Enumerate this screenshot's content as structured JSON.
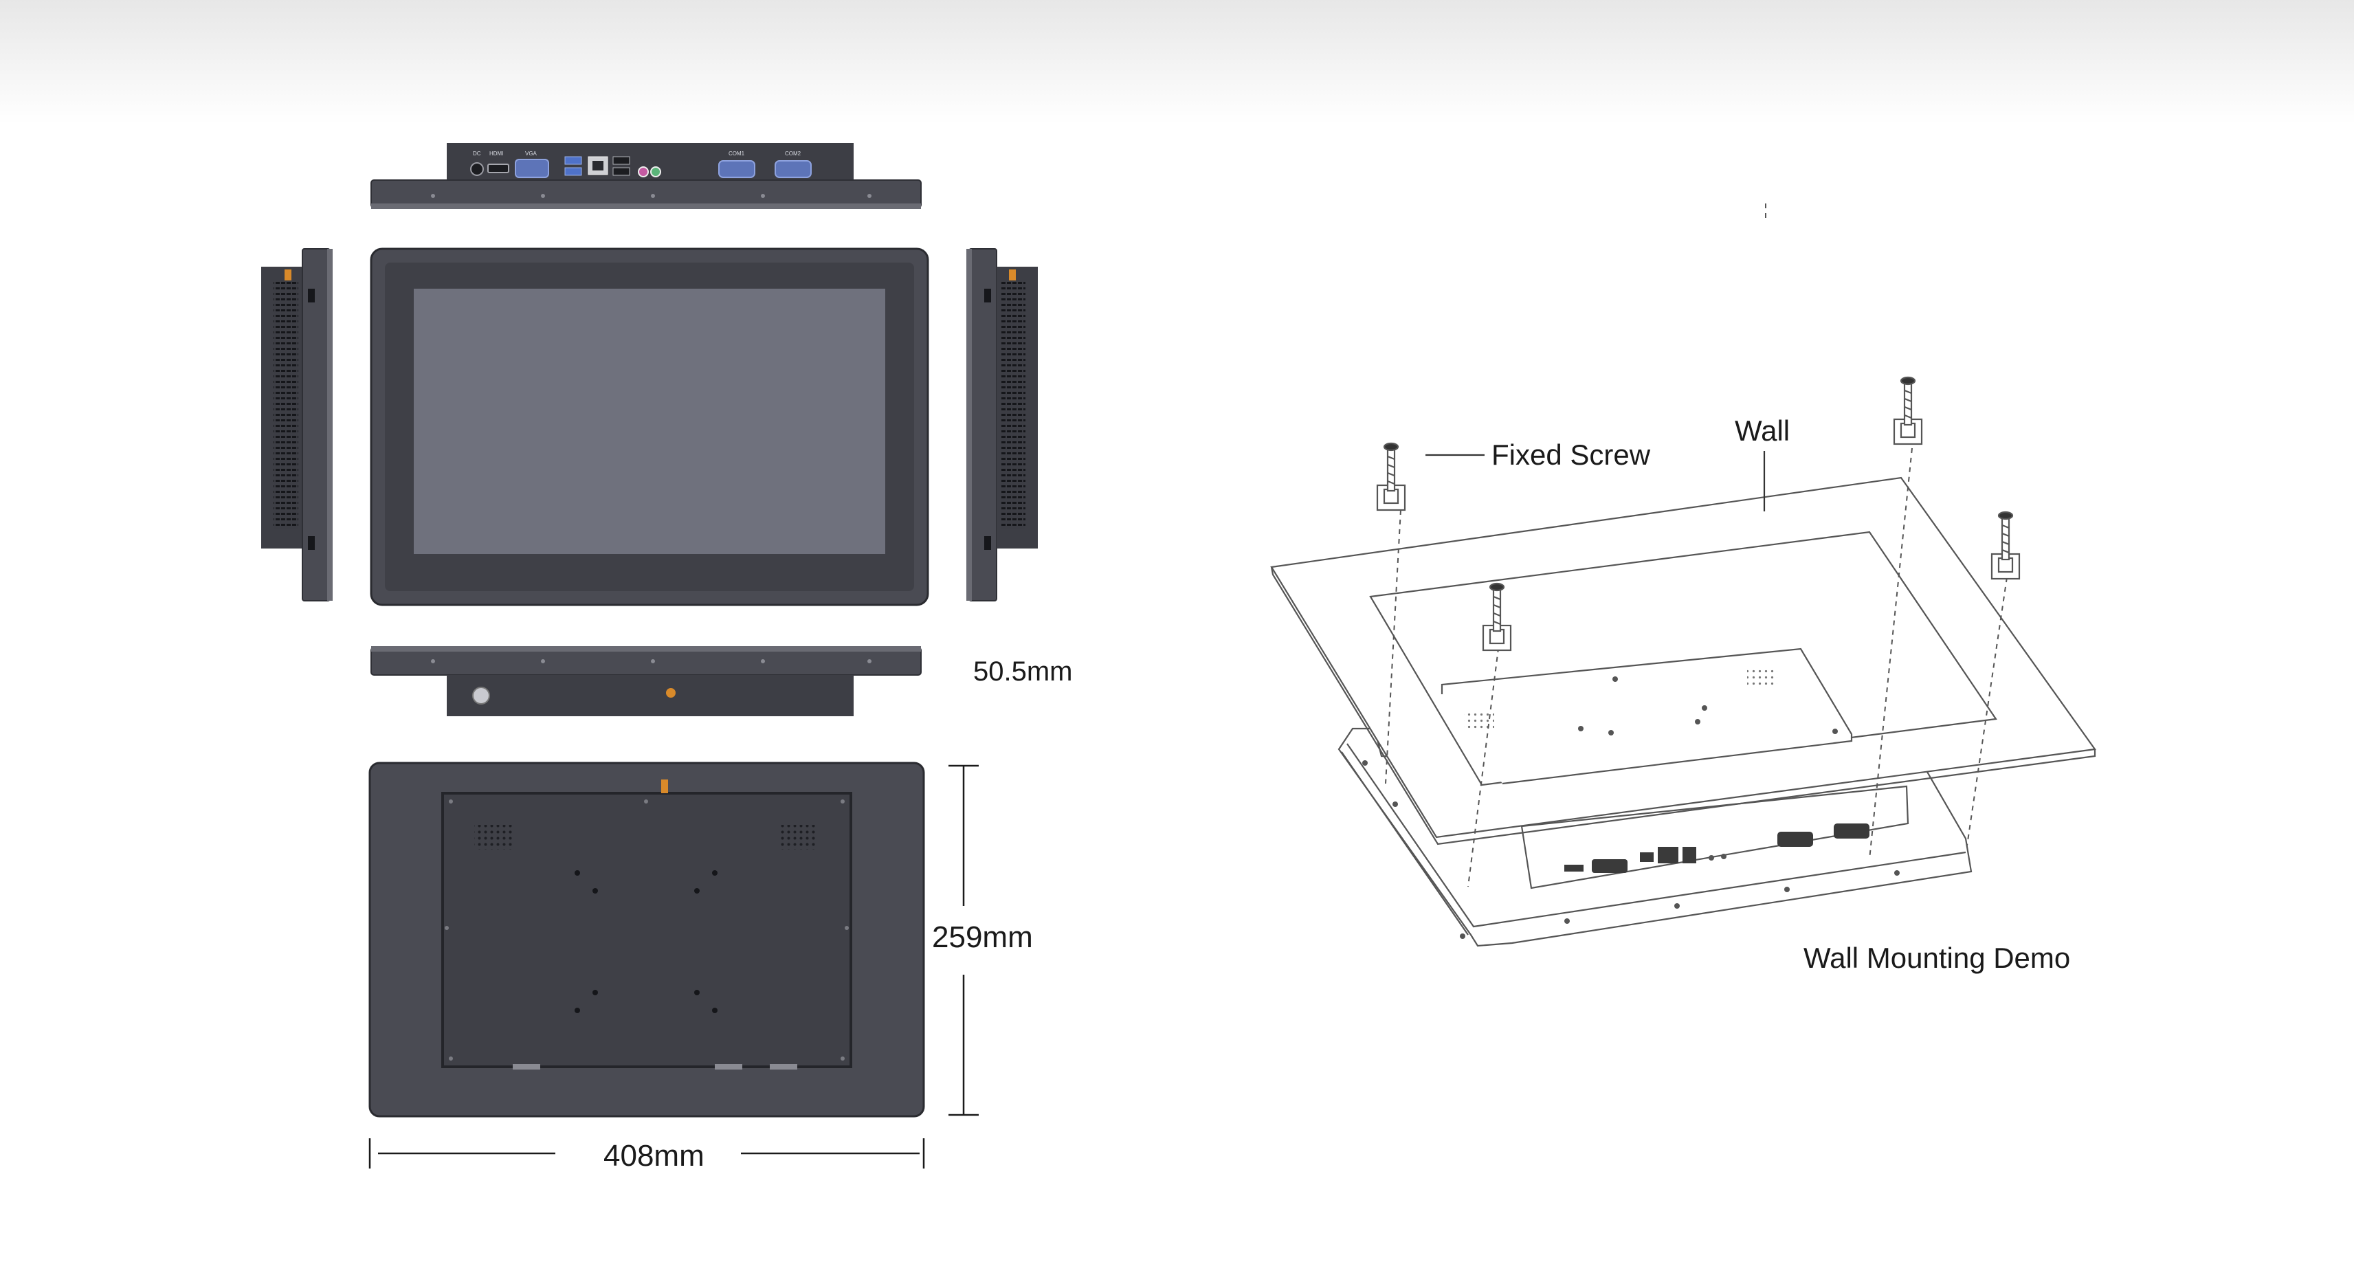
{
  "dimensions": {
    "depth": "50.5mm",
    "height": "259mm",
    "width": "408mm"
  },
  "mounting_demo": {
    "fixed_screw_label": "Fixed Screw",
    "wall_label": "Wall",
    "caption": "Wall Mounting Demo"
  },
  "ports": {
    "dc": "DC",
    "hdmi": "HDMI",
    "vga": "VGA",
    "com1": "COM1",
    "com2": "COM2"
  },
  "colors": {
    "chassis": "#4a4b53",
    "chassis_dark": "#3a3b42",
    "screen": "#6f717d",
    "bezel": "#3f4047",
    "vga_blue": "#5d74b8",
    "usb_blue": "#4f72c9",
    "led_orange": "#d98a2a",
    "line_drawing": "#555555"
  }
}
